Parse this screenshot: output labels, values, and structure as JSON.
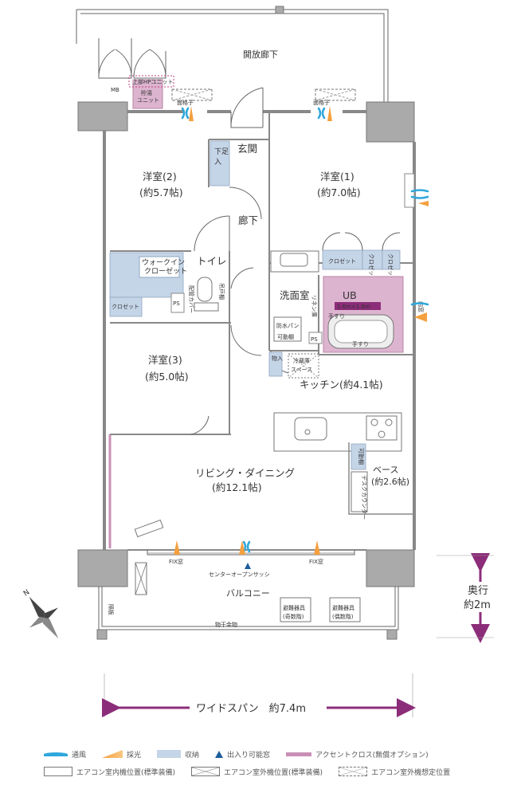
{
  "colors": {
    "accent": "#8c2d79",
    "storage": "#c5d5e8",
    "ventilation": "#2fa7dc",
    "daylight": "#f4a040",
    "accent_cross": "#c98fb6",
    "pink_room": "#ddb4d0"
  },
  "labels": {
    "corridor": "開放廊下",
    "mb": "MB",
    "hp_unit": "上部HPユニット",
    "water_heater_1": "貯湯",
    "water_heater_2": "ユニット",
    "grille_left": "面格子",
    "grille_right": "面格子",
    "entrance": "玄関",
    "shoe_1": "下足",
    "shoe_2": "入",
    "room2_name": "洋室(2)",
    "room2_size": "(約5.7帖)",
    "room1_name": "洋室(1)",
    "room1_size": "(約7.0帖)",
    "hallway": "廊下",
    "wic_1": "ウォークイン",
    "wic_2": "クローゼット",
    "toilet": "トイレ",
    "pipe_1": "配管カバー",
    "hanging_shelf": "吊戸棚",
    "closet_left": "クロゼット",
    "ps_left": "PS",
    "closet_r1": "クロゼット",
    "closet_r2": "クロゼット",
    "closet_r3": "クロゼット",
    "washroom": "洗面室",
    "linen": "リネン庫",
    "ub": "UB",
    "ub_size": "1.6m×1.8m",
    "handrail_1": "手すり",
    "handrail_2": "手すり",
    "pan": "防水パン",
    "movable_shelf": "可動棚",
    "ps_right": "PS",
    "inner_window": "内窓",
    "room3_name": "洋室(3)",
    "room3_size": "(約5.0帖)",
    "storage_in": "物入",
    "fridge_1": "冷蔵庫",
    "fridge_2": "スペース",
    "kitchen": "キッチン(約4.1帖)",
    "living_name": "リビング・ダイニング",
    "living_size": "(約12.1帖)",
    "base_shelf": "可動棚",
    "base_name": "ベース",
    "base_size": "(約2.6帖)",
    "desk_counter": "デスクカウンター",
    "fix_left": "FIX窓",
    "fix_right": "FIX窓",
    "center_sash": "センターオープンサッシ",
    "balcony": "バルコニー",
    "partition": "隔板",
    "evac_1a": "避難器具",
    "evac_1b": "(奇数階)",
    "evac_2a": "避難器具",
    "evac_2b": "(偶数階)",
    "drying": "物干金物",
    "depth_1": "奥行",
    "depth_2": "約2m",
    "wide_span": "ワイドスパン　約7.4m",
    "compass_n": "N"
  },
  "legend": {
    "ventilation": "通風",
    "daylight": "採光",
    "storage": "収納",
    "access": "出入り可能窓",
    "accent_cross": "アクセントクロス(無償オプション)",
    "ac_indoor": "エアコン室内機位置(標準装備)",
    "ac_outdoor": "エアコン室外機位置(標準装備)",
    "ac_outdoor_planned": "エアコン室外機想定位置"
  }
}
